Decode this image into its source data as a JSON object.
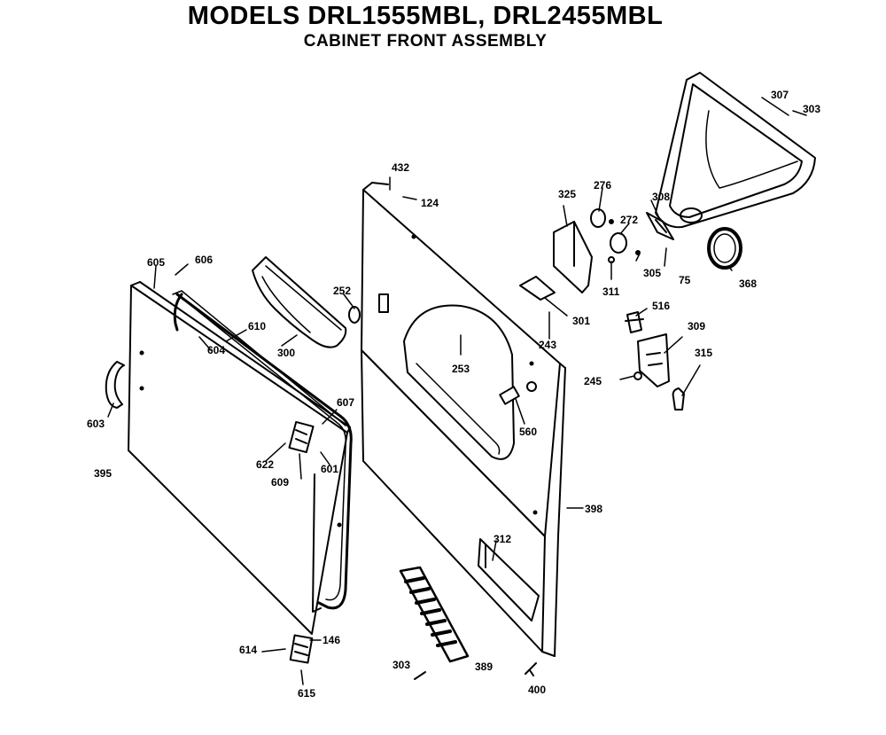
{
  "header": {
    "title": "MODELS DRL1555MBL, DRL2455MBL",
    "subtitle": "CABINET FRONT ASSEMBLY"
  },
  "parts": [
    {
      "id": "p307",
      "label": "307"
    },
    {
      "id": "p303a",
      "label": "303"
    },
    {
      "id": "p432",
      "label": "432"
    },
    {
      "id": "p124",
      "label": "124"
    },
    {
      "id": "p325",
      "label": "325"
    },
    {
      "id": "p276",
      "label": "276"
    },
    {
      "id": "p272",
      "label": "272"
    },
    {
      "id": "p308",
      "label": "308"
    },
    {
      "id": "p305",
      "label": "305"
    },
    {
      "id": "p75",
      "label": "75"
    },
    {
      "id": "p368",
      "label": "368"
    },
    {
      "id": "p605",
      "label": "605"
    },
    {
      "id": "p606",
      "label": "606"
    },
    {
      "id": "p252",
      "label": "252"
    },
    {
      "id": "p311",
      "label": "311"
    },
    {
      "id": "p301",
      "label": "301"
    },
    {
      "id": "p243a",
      "label": "243"
    },
    {
      "id": "p516",
      "label": "516"
    },
    {
      "id": "p309",
      "label": "309"
    },
    {
      "id": "p610",
      "label": "610"
    },
    {
      "id": "p604",
      "label": "604"
    },
    {
      "id": "p300",
      "label": "300"
    },
    {
      "id": "p253",
      "label": "253"
    },
    {
      "id": "p245",
      "label": "245"
    },
    {
      "id": "p315",
      "label": "315"
    },
    {
      "id": "p603",
      "label": "603"
    },
    {
      "id": "p607",
      "label": "607"
    },
    {
      "id": "p560",
      "label": "560"
    },
    {
      "id": "p395",
      "label": "395"
    },
    {
      "id": "p622",
      "label": "622"
    },
    {
      "id": "p609",
      "label": "609"
    },
    {
      "id": "p601",
      "label": "601"
    },
    {
      "id": "p398",
      "label": "398"
    },
    {
      "id": "p312",
      "label": "312"
    },
    {
      "id": "p614",
      "label": "614"
    },
    {
      "id": "p146",
      "label": "146"
    },
    {
      "id": "p615",
      "label": "615"
    },
    {
      "id": "p303b",
      "label": "303"
    },
    {
      "id": "p389",
      "label": "389"
    },
    {
      "id": "p400",
      "label": "400"
    }
  ]
}
